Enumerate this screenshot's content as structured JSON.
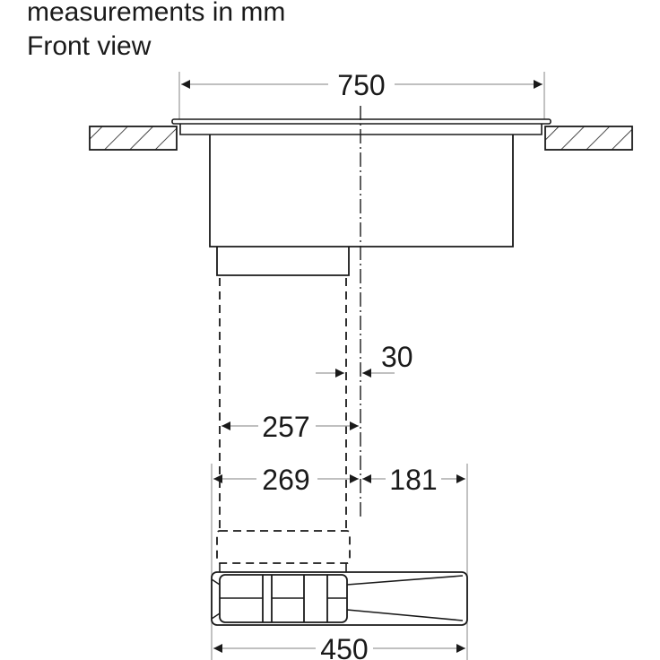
{
  "header": {
    "units_label": "measurements in mm",
    "view_label": "Front view"
  },
  "dimensions": {
    "overall_width": "750",
    "offset_center": "30",
    "duct_width": "257",
    "left_to_center": "269",
    "center_to_right": "181",
    "unit_width": "450"
  },
  "colors": {
    "line": "#1a1a1a",
    "dim_line": "#9a9a9a",
    "background": "#ffffff"
  }
}
